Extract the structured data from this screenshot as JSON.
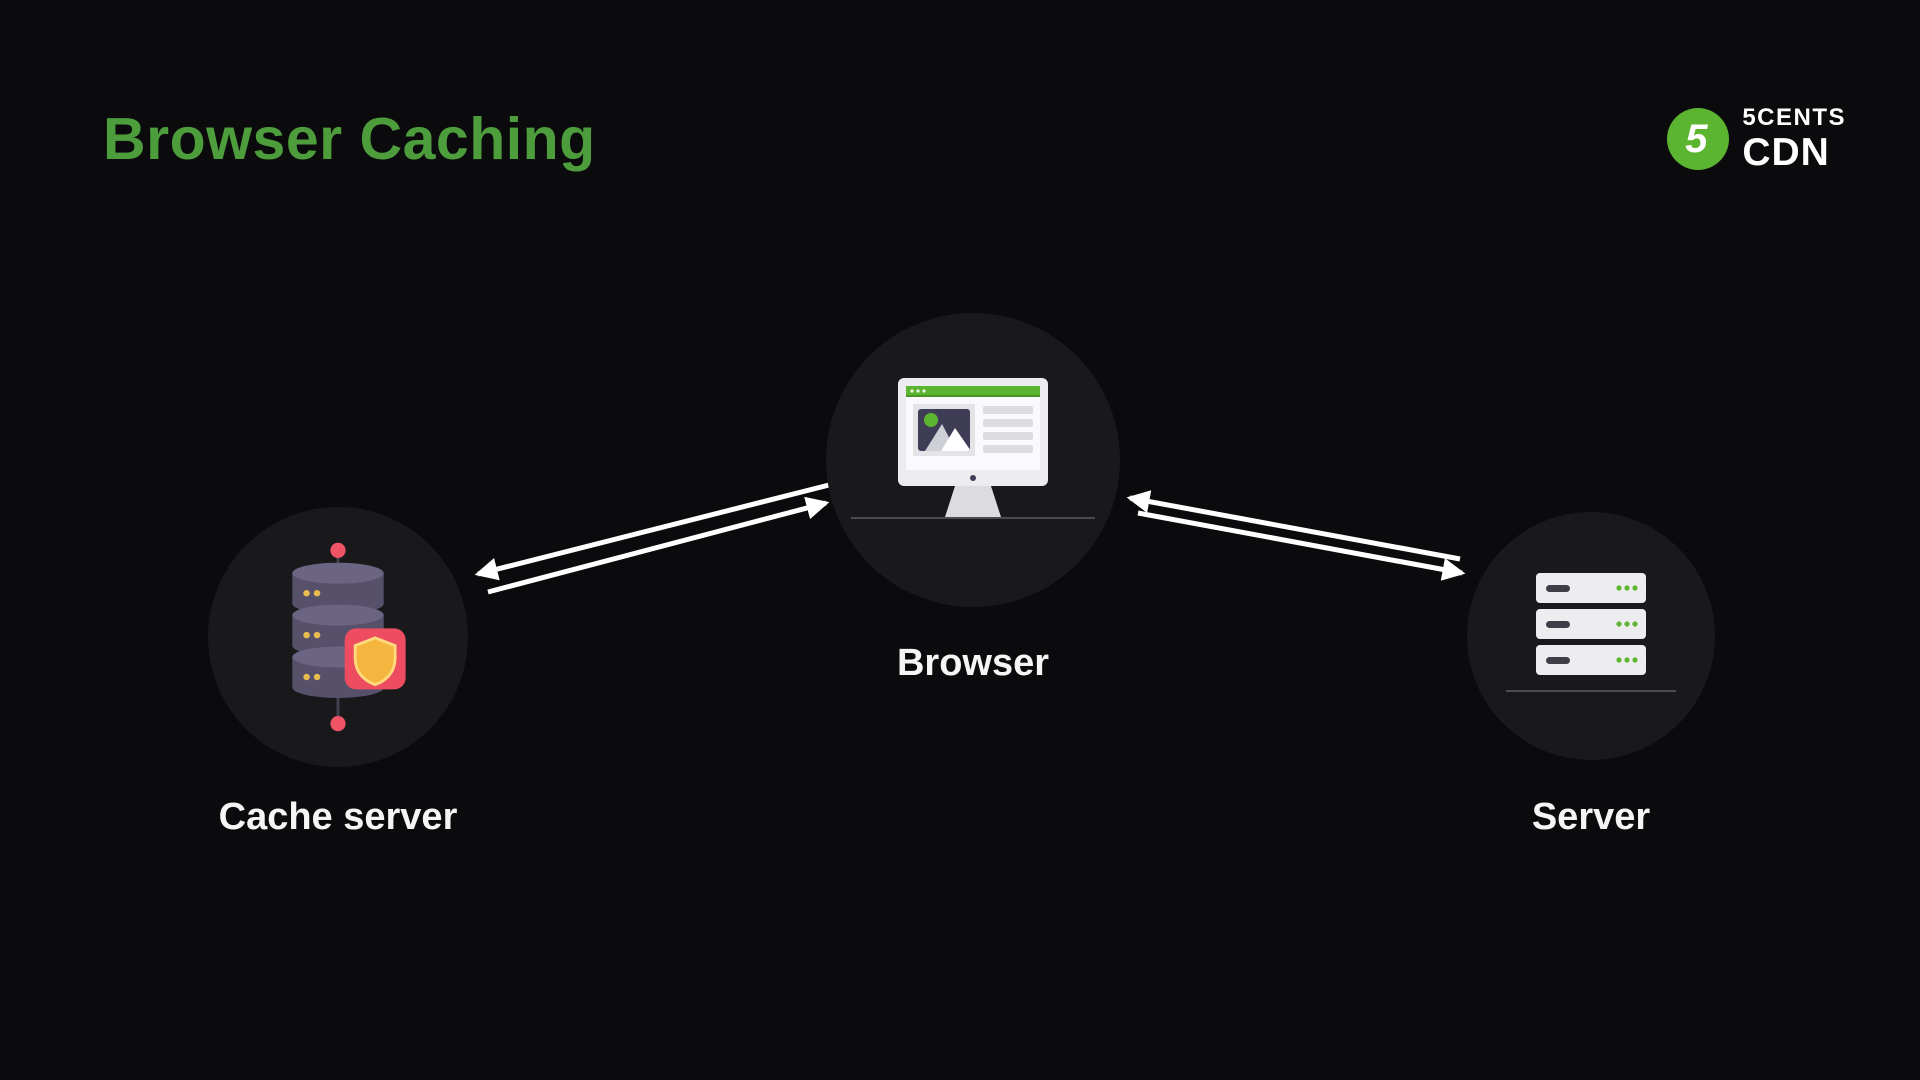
{
  "title": "Browser Caching",
  "logo": {
    "numeral": "5",
    "line_top": "5CENTS",
    "line_bottom": "CDN"
  },
  "nodes": [
    {
      "id": "cache-server",
      "label": "Cache server"
    },
    {
      "id": "browser",
      "label": "Browser"
    },
    {
      "id": "server",
      "label": "Server"
    }
  ],
  "connections": [
    {
      "from": "browser",
      "to": "cache-server",
      "bidirectional": true
    },
    {
      "from": "browser",
      "to": "server",
      "bidirectional": true
    }
  ],
  "colors": {
    "background": "#0b0b0d",
    "title_green": "#4e9d3c",
    "logo_green": "#5cb531",
    "node_circle": "#19191c",
    "text": "#f5f5f6",
    "arrow": "#ffffff"
  }
}
